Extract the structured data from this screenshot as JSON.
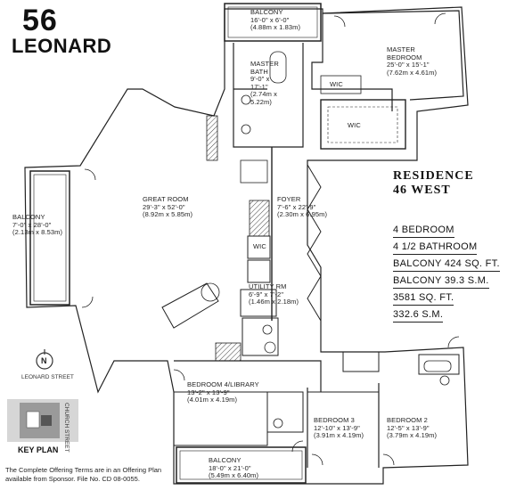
{
  "brand": {
    "number": "56",
    "name": "LEONARD"
  },
  "residence": {
    "title_line1": "RESIDENCE",
    "title_line2": "46 WEST"
  },
  "stats": [
    "4 BEDROOM",
    "4 1/2 BATHROOM",
    "BALCONY 424 SQ. FT.",
    "BALCONY 39.3 S.M.",
    "3581 SQ. FT.",
    "332.6 S.M."
  ],
  "rooms": {
    "balcony_top": {
      "name": "BALCONY",
      "dims": "16'-0\" x 6'-0\"",
      "metric": "(4.88m x 1.83m)"
    },
    "master_bedroom": {
      "name1": "MASTER",
      "name2": "BEDROOM",
      "dims": "25'-0\" x 15'-1\"",
      "metric": "(7.62m x 4.61m)"
    },
    "master_bath": {
      "name1": "MASTER",
      "name2": "BATH",
      "dims1": "9'-0\" x",
      "dims2": "17'-1\"",
      "metric1": "(2.74m x",
      "metric2": "5.22m)"
    },
    "wic_1": "WIC",
    "wic_2": "WIC",
    "wic_3": "WIC",
    "great_room": {
      "name": "GREAT ROOM",
      "dims": "29'-3\" x 52'-0\"",
      "metric": "(8.92m x 5.85m)"
    },
    "foyer": {
      "name": "FOYER",
      "dims": "7'-6\" x 22'-9\"",
      "metric": "(2.30m x 6.95m)"
    },
    "balcony_left": {
      "name": "BALCONY",
      "dims": "7'-0\" x 28'-0\"",
      "metric": "(2.13m x 8.53m)"
    },
    "utility": {
      "name": "UTILITY RM",
      "dims": "6'-9\" x 7'-2\"",
      "metric": "(1.46m x 2.18m)"
    },
    "bedroom4": {
      "name": "BEDROOM 4/LIBRARY",
      "dims": "13'-2\" x 13'-9\"",
      "metric": "(4.01m x 4.19m)"
    },
    "bedroom3": {
      "name": "BEDROOM 3",
      "dims": "12'-10\" x 13'-9\"",
      "metric": "(3.91m x 4.19m)"
    },
    "bedroom2": {
      "name": "BEDROOM 2",
      "dims": "12'-5\" x 13'-9\"",
      "metric": "(3.79m x 4.19m)"
    },
    "balcony_bottom": {
      "name": "BALCONY",
      "dims": "18'-0\" x 21'-0\"",
      "metric": "(5.49m x 6.40m)"
    }
  },
  "compass": {
    "letter": "N",
    "street": "LEONARD STREET"
  },
  "key_plan": {
    "label": "KEY PLAN",
    "street": "CHURCH STREET"
  },
  "footer": {
    "line1": "The Complete Offering Terms are in an Offering Plan",
    "line2": "available from Sponsor. File No. CD 08-0055."
  }
}
